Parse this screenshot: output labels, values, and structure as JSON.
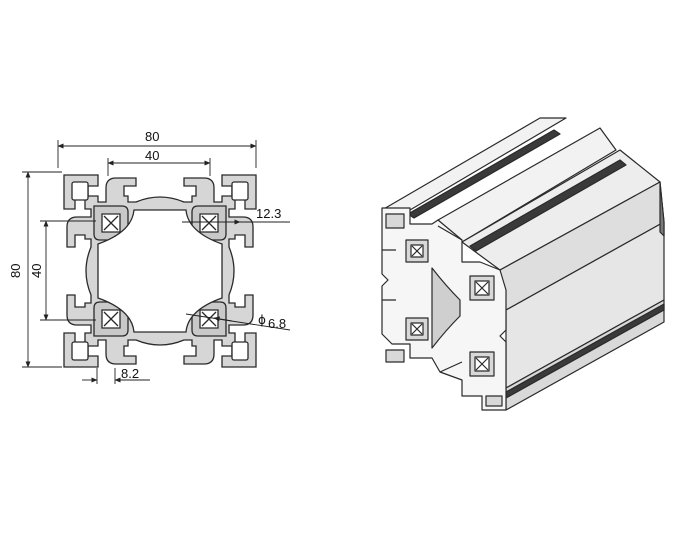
{
  "drawing": {
    "dimensions": {
      "overall_width": "80",
      "inner_width": "40",
      "overall_height": "80",
      "inner_height": "40",
      "corner_pocket": "12.3",
      "center_hole": "6.8",
      "hole_symbol": "ϕ",
      "slot_width": "8.2"
    }
  },
  "colors": {
    "profile_fill": "#d4d4d4",
    "profile_stroke": "#2a2a2a",
    "dim_line": "#222222",
    "iso_light": "#f4f4f4",
    "iso_mid": "#cfcfcf",
    "iso_dark": "#8a8a8a"
  }
}
